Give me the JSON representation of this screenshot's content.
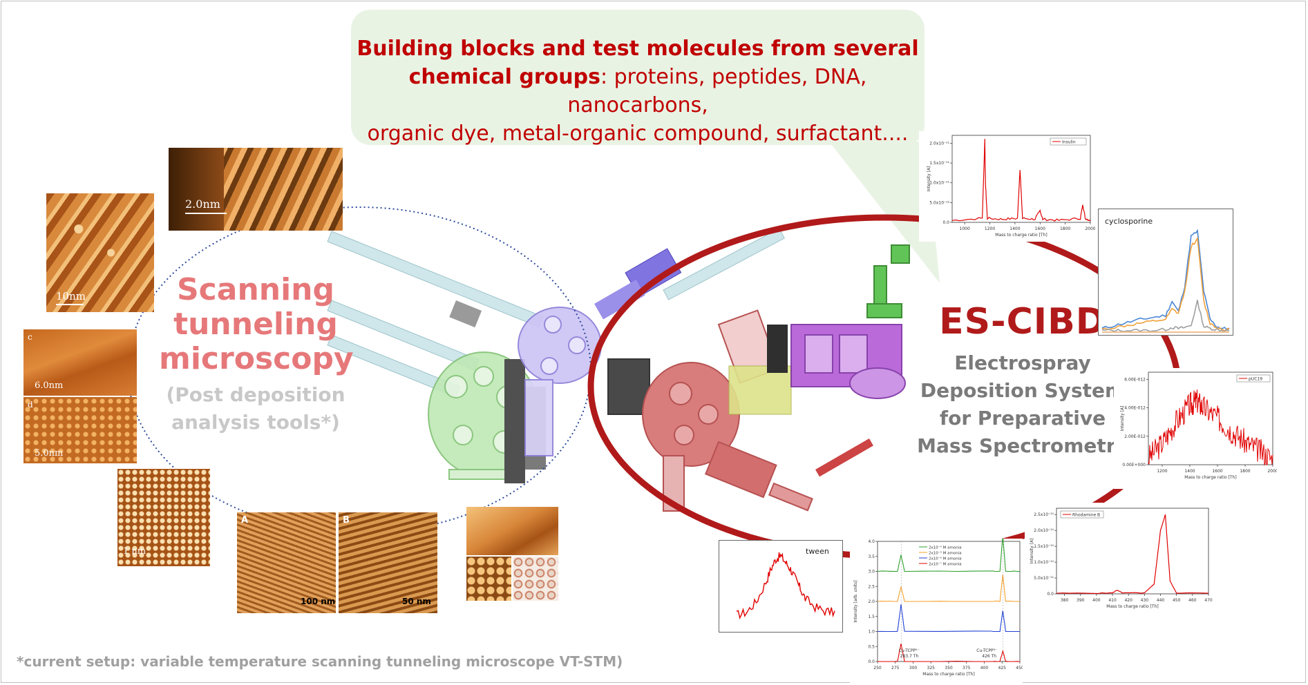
{
  "callout": {
    "bold_line1": "Building blocks and test molecules from several",
    "bold_line2": "chemical groups",
    "rest_line2": ": proteins, peptides, DNA, nanocarbons,",
    "line3": "organic dye, metal-organic compound, surfactant...."
  },
  "stm": {
    "title_lines": [
      "Scanning",
      "tunneling",
      "microscopy"
    ],
    "subtitle_lines": [
      "(Post deposition",
      "analysis tools*)"
    ]
  },
  "escibd": {
    "title": "ES-CIBD",
    "subtitle_lines": [
      "Electrospray",
      "Deposition System",
      "for Preparative",
      "Mass Spectrometry"
    ]
  },
  "footnote": "*current setup: variable temperature scanning tunneling microscope VT-STM)",
  "stm_images": {
    "scale_2nm": "2.0nm",
    "scale_10nm": "10nm",
    "label_c": "c",
    "scale_6nm": "6.0nm",
    "label_d": "d",
    "scale_5nm": "5.0nm",
    "scale_1nm": "1 nm",
    "label_A": "A",
    "label_B": "B",
    "scale_100nm": "100 nm",
    "scale_50nm": "50 nm"
  },
  "colors": {
    "accent_red": "#c00000",
    "callout_bg": "#e9f3e4",
    "stm_title": "#e6787a",
    "ellipse_red": "#b11a1a",
    "ellipse_blue": "#2a4a9a"
  },
  "chart_data": [
    {
      "type": "line",
      "legend": [
        "Insulin"
      ],
      "xlabel": "Mass to charge ratio [Th]",
      "ylabel": "Intensity [A]",
      "xlim": [
        900,
        2000
      ],
      "xticks": [
        "1000",
        "1200",
        "1400",
        "1600",
        "1800",
        "2000"
      ],
      "yticks": [
        "0.0",
        "5.0x10⁻¹²",
        "1.0x10⁻¹¹",
        "1.5x10⁻¹¹",
        "2.0x10⁻¹¹"
      ],
      "ylim": [
        0,
        2.2e-11
      ],
      "series": [
        {
          "name": "Insulin",
          "x": [
            900,
            1140,
            1160,
            1165,
            1180,
            1300,
            1420,
            1440,
            1460,
            1560,
            1600,
            1620,
            1750,
            1920,
            1940,
            1960,
            2000
          ],
          "values": [
            5e-13,
            1e-12,
            2.1e-11,
            1e-11,
            1e-12,
            8e-13,
            1e-12,
            1.35e-11,
            1e-12,
            8e-13,
            3e-12,
            8e-13,
            5e-13,
            1e-12,
            4.5e-12,
            1e-12,
            5e-13
          ]
        }
      ]
    },
    {
      "type": "line",
      "label": "cyclosporine",
      "series": [
        {
          "x": [
            0,
            10,
            20,
            30,
            40,
            50,
            55,
            60,
            65,
            70,
            75,
            80,
            85,
            90,
            95,
            100
          ],
          "values": [
            3,
            6,
            9,
            12,
            14,
            16,
            30,
            20,
            45,
            95,
            100,
            40,
            12,
            5,
            3,
            3
          ]
        },
        {
          "x": [
            0,
            10,
            20,
            30,
            40,
            50,
            55,
            60,
            65,
            70,
            75,
            80,
            85,
            90,
            95,
            100
          ],
          "values": [
            2,
            4,
            6,
            8,
            10,
            12,
            22,
            18,
            40,
            85,
            92,
            30,
            8,
            4,
            2,
            2
          ]
        },
        {
          "x": [
            0,
            10,
            20,
            30,
            40,
            50,
            55,
            60,
            65,
            70,
            75,
            80,
            85,
            90,
            95,
            100
          ],
          "values": [
            1,
            1,
            1,
            1,
            1,
            2,
            4,
            3,
            4,
            6,
            30,
            5,
            3,
            2,
            1,
            1
          ]
        }
      ]
    },
    {
      "type": "line",
      "legend": [
        "pUC19"
      ],
      "xlabel": "Mass to charge ratio [Th]",
      "ylabel": "Intensity [A]",
      "xticks": [
        "1200",
        "1400",
        "1600",
        "1800",
        "2000"
      ],
      "yticks": [
        "0.00E+000",
        "2.00E-012",
        "4.00E-012",
        "6.00E-012"
      ],
      "xlim": [
        1100,
        2000
      ],
      "ylim": [
        0,
        6.5e-12
      ],
      "series": [
        {
          "name": "pUC19",
          "x": [
            1100,
            1200,
            1300,
            1400,
            1450,
            1500,
            1600,
            1700,
            1800,
            1900,
            2000
          ],
          "values": [
            5e-13,
            1.5e-12,
            3e-12,
            4.2e-12,
            4.5e-12,
            4e-12,
            3.3e-12,
            2.4e-12,
            1.6e-12,
            1e-12,
            4e-13
          ]
        }
      ]
    },
    {
      "type": "line",
      "legend": [
        "Rhodamine B"
      ],
      "xlabel": "Mass to charge ratio [Th]",
      "ylabel": "Intensity [A]",
      "xticks": [
        "380",
        "390",
        "400",
        "410",
        "420",
        "430",
        "440",
        "450",
        "460",
        "470"
      ],
      "yticks": [
        "0.0",
        "5.0x10⁻¹¹",
        "1.0x10⁻¹⁰",
        "1.5x10⁻¹⁰",
        "2.0x10⁻¹⁰",
        "2.5x10⁻¹⁰"
      ],
      "xlim": [
        375,
        470
      ],
      "ylim": [
        0,
        2.7e-10
      ],
      "series": [
        {
          "name": "Rhodamine B",
          "x": [
            375,
            400,
            410,
            413,
            416,
            430,
            436,
            440,
            443,
            446,
            450,
            470
          ],
          "values": [
            2e-12,
            2e-12,
            3e-12,
            1.2e-11,
            3e-12,
            3e-12,
            3e-11,
            2e-10,
            2.5e-10,
            4e-11,
            3e-12,
            2e-12
          ]
        }
      ]
    },
    {
      "type": "line",
      "label": "tween",
      "series": [
        {
          "x": [
            0,
            10,
            20,
            30,
            35,
            40,
            45,
            50,
            55,
            60,
            65,
            70,
            80,
            90,
            100
          ],
          "values": [
            10,
            14,
            30,
            60,
            80,
            95,
            100,
            90,
            80,
            65,
            50,
            35,
            22,
            16,
            14
          ]
        }
      ]
    },
    {
      "type": "line",
      "legend": [
        "2x10⁻⁴ M amonia",
        "2x10⁻⁵ M amonia",
        "2x10⁻⁶ M amonia",
        "2x10⁻⁷ M amonia"
      ],
      "xlabel": "Mass to charge ratio [Th]",
      "ylabel": "Intensity [arb. units]",
      "xticks": [
        "250",
        "275",
        "300",
        "325",
        "350",
        "375",
        "400",
        "425",
        "450"
      ],
      "yticks": [
        "0.0",
        "0.5",
        "1.0",
        "1.5",
        "2.0",
        "2.5",
        "3.0",
        "3.5",
        "4.0"
      ],
      "xlim": [
        250,
        450
      ],
      "ylim": [
        0,
        4
      ],
      "annotations": [
        "Cu-TCPP⁵⁻",
        "283.7 Th",
        "Cu-TCPP³⁻",
        "426 Th"
      ],
      "series": [
        {
          "name": "2x10⁻⁴ M amonia",
          "offset": 3.0,
          "x": [
            250,
            278,
            283,
            288,
            410,
            422,
            426,
            430,
            450
          ],
          "values": [
            0,
            0,
            0.55,
            0,
            0,
            0,
            1.2,
            0,
            0
          ]
        },
        {
          "name": "2x10⁻⁵ M amonia",
          "offset": 2.0,
          "x": [
            250,
            278,
            283,
            288,
            410,
            422,
            426,
            430,
            450
          ],
          "values": [
            0,
            0,
            0.5,
            0,
            0,
            0,
            0.9,
            0,
            0
          ]
        },
        {
          "name": "2x10⁻⁶ M amonia",
          "offset": 1.0,
          "x": [
            250,
            278,
            283,
            288,
            410,
            422,
            426,
            430,
            450
          ],
          "values": [
            0,
            0,
            0.9,
            0,
            0,
            0,
            0.7,
            0,
            0
          ]
        },
        {
          "name": "2x10⁻⁷ M amonia",
          "offset": 0.0,
          "x": [
            250,
            278,
            283,
            288,
            410,
            422,
            426,
            430,
            450
          ],
          "values": [
            0,
            0,
            0.6,
            0,
            0,
            0,
            0.35,
            0,
            0
          ]
        }
      ]
    }
  ]
}
